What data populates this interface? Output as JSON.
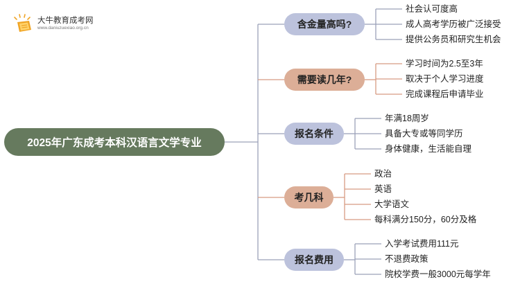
{
  "logo": {
    "name": "大牛教育成考网",
    "url": "www.daniuzuexiao.org.cn"
  },
  "root": {
    "label": "2025年广东成考本科汉语言文学专业"
  },
  "branches": [
    {
      "label": "含金量高吗?",
      "color": "#bcc2dc",
      "items": [
        "社会认可度高",
        "成人高考学历被广泛接受",
        "提供公务员和研究生机会"
      ]
    },
    {
      "label": "需要读几年?",
      "color": "#dcae97",
      "items": [
        "学习时间为2.5至3年",
        "取决于个人学习进度",
        "完成课程后申请毕业"
      ]
    },
    {
      "label": "报名条件",
      "color": "#bcc2dc",
      "items": [
        "年满18周岁",
        "具备大专或等同学历",
        "身体健康，生活能自理"
      ]
    },
    {
      "label": "考几科",
      "color": "#dcae97",
      "items": [
        "政治",
        "英语",
        "大学语文",
        "每科满分150分，60分及格"
      ]
    },
    {
      "label": "报名费用",
      "color": "#bcc2dc",
      "items": [
        "入学考试费用111元",
        "不退费政策",
        "院校学费一般3000元每学年"
      ]
    }
  ]
}
